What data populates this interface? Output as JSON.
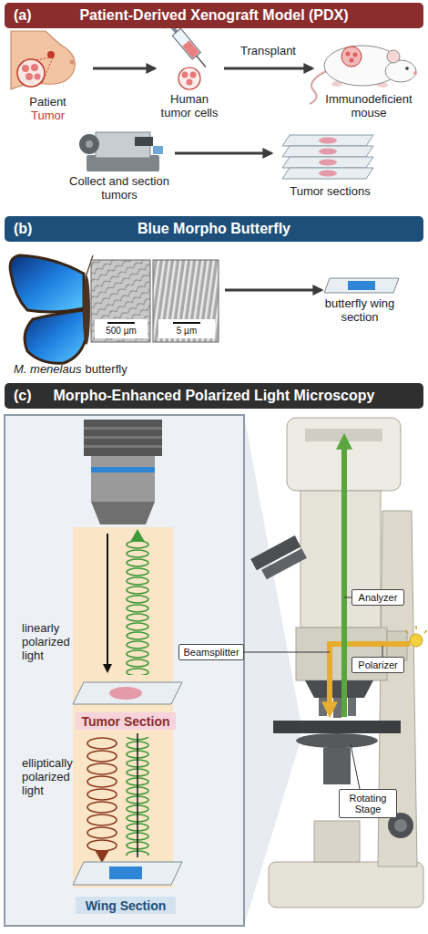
{
  "diagram": {
    "nodes": [
      {
        "text": [
          "(a)",
          "Patient-Derived Xenograft Model (PDX)"
        ]
      },
      {
        "text": [
          "Patient",
          "Tumor"
        ]
      },
      {
        "text": [
          "Human tumor cells"
        ]
      },
      {
        "text": [
          "Immunodeficient mouse"
        ]
      },
      {
        "text": [
          "Collect and section tumors"
        ]
      },
      {
        "text": [
          "Tumor sections"
        ]
      },
      {
        "text": [
          "(b)",
          "Blue Morpho Butterfly"
        ]
      },
      {
        "text": [
          "M. menelaus",
          "butterfly"
        ]
      },
      {
        "text": [
          "butterfly wing section"
        ]
      },
      {
        "text": [
          "(c)",
          "Morpho-Enhanced Polarized Light Microscopy"
        ]
      },
      {
        "text": [
          "Tumor Section"
        ]
      },
      {
        "text": [
          "Wing Section"
        ]
      },
      {
        "text": [
          "Analyzer"
        ]
      },
      {
        "text": [
          "Beamsplitter"
        ]
      },
      {
        "text": [
          "Polarizer"
        ]
      },
      {
        "text": [
          "Rotating Stage"
        ]
      }
    ],
    "edges": [
      {
        "from": 1,
        "to": 2,
        "arrow": "to"
      },
      {
        "from": 2,
        "to": 3,
        "label": "Transplant",
        "arrow": "to"
      },
      {
        "from": 4,
        "to": 5,
        "arrow": "to"
      },
      {
        "from": 7,
        "to": 8,
        "arrow": "to"
      }
    ],
    "labels": [
      "500 µm",
      "5 µm",
      "linearly polarized light",
      "elliptically polarized light"
    ]
  }
}
